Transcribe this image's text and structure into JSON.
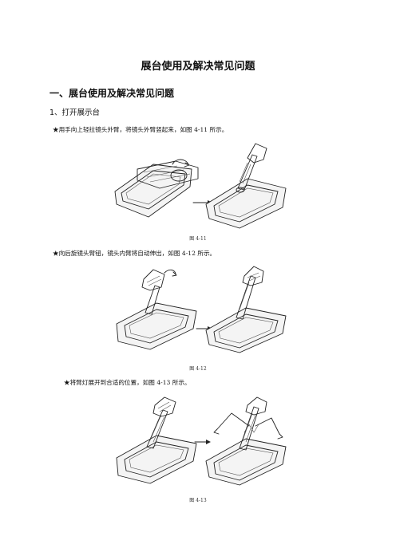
{
  "doc": {
    "title": "展台使用及解决常见问题",
    "section_heading": "一、展台使用及解决常见问题",
    "subsection_heading": "1、打开展示台",
    "steps": [
      {
        "text": "★用手向上轻拉镜头外臂，将镜头外臂竖起来，如图 4-11 所示。",
        "caption": "图 4-11"
      },
      {
        "text": "★向后旋镜头臂钮，镜头内臂将自动伸出，如图 4-12 所示。",
        "caption": "图 4-12"
      },
      {
        "text": "★将臂灯展开到合适的位置，如图 4-13 所示。",
        "caption": "图 4-13"
      }
    ]
  }
}
